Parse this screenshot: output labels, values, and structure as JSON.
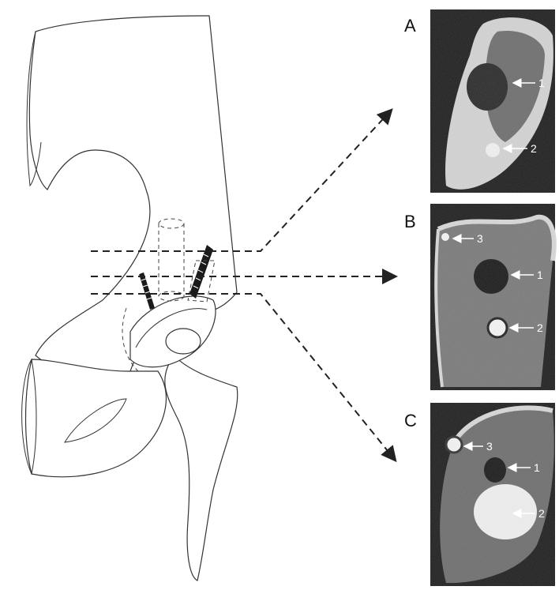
{
  "panels": [
    {
      "letter": "A",
      "labels": [
        "1",
        "2"
      ]
    },
    {
      "letter": "B",
      "labels": [
        "3",
        "1",
        "2"
      ]
    },
    {
      "letter": "C",
      "labels": [
        "3",
        "1",
        "2"
      ]
    }
  ],
  "colors": {
    "ct_background": "#1e1e1e",
    "bone_cortex": "#d8d8d8",
    "marrow": "#6a6a6a",
    "line": "#222222"
  }
}
